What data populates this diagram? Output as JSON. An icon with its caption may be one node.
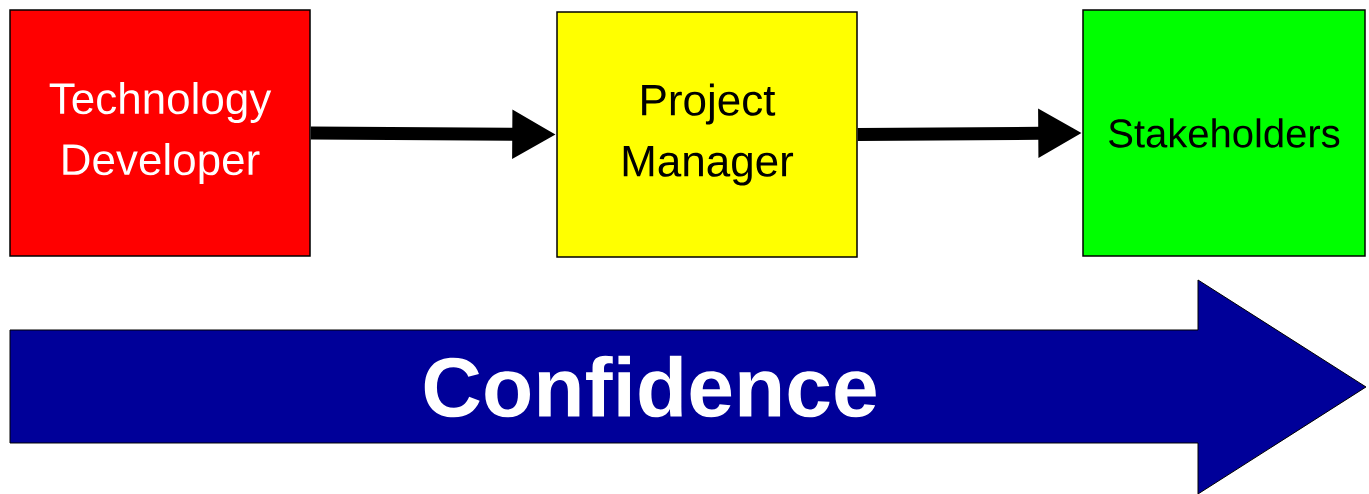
{
  "diagram": {
    "nodes": [
      {
        "text": [
          "Technology Developer"
        ]
      },
      {
        "text": [
          "Project Manager"
        ]
      },
      {
        "text": [
          "Stakeholders"
        ]
      },
      {
        "text": [
          "Confidence"
        ]
      }
    ],
    "edges": [
      {
        "from": 0,
        "to": 1,
        "arrow": "to"
      },
      {
        "from": 1,
        "to": 2,
        "arrow": "to"
      }
    ]
  }
}
